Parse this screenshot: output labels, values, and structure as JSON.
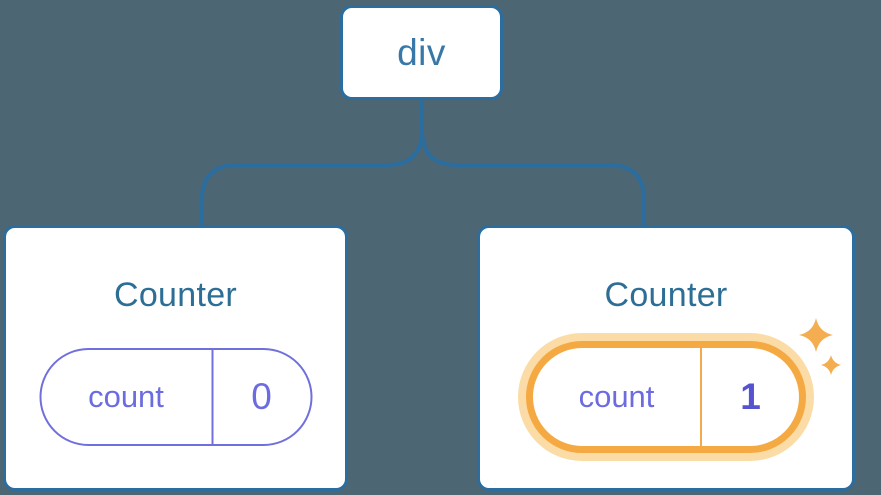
{
  "diagram": {
    "background": "#4d6673",
    "root": {
      "label": "div"
    },
    "counters": [
      {
        "title": "Counter",
        "state_name": "count",
        "state_value": "0",
        "highlighted": false
      },
      {
        "title": "Counter",
        "state_name": "count",
        "state_value": "1",
        "highlighted": true
      }
    ],
    "colors": {
      "card_border_blue": "#2b6d9e",
      "connector_blue": "#2b6d9e",
      "node_text_blue": "#3878a8",
      "title_blue": "#2d6e96",
      "state_purple": "#6c6ce0",
      "value_purple_bold": "#5553cf",
      "highlight_orange": "#f5a942",
      "highlight_halo": "#fbdca6",
      "sparkle_orange": "#f4ad51"
    }
  }
}
